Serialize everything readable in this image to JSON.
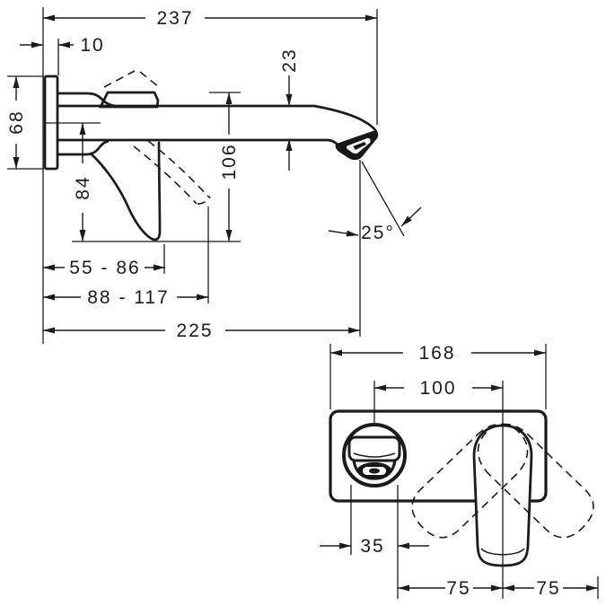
{
  "drawing": {
    "kind": "technical dimension drawing, wall-mounted single-lever basin mixer",
    "units": "mm",
    "line_color": "#1b1b1b",
    "background": "#ffffff",
    "side_view": {
      "dims": {
        "d237": "237",
        "d10": "10",
        "d68": "68",
        "d23": "23",
        "d84": "84",
        "d106": "106",
        "angle": "25°",
        "d55_86": "55 - 86",
        "d88_117": "88 - 117",
        "d225": "225"
      }
    },
    "front_view": {
      "dims": {
        "d168": "168",
        "d100": "100",
        "d35": "35",
        "d75_left": "75",
        "d75_right": "75"
      }
    }
  }
}
